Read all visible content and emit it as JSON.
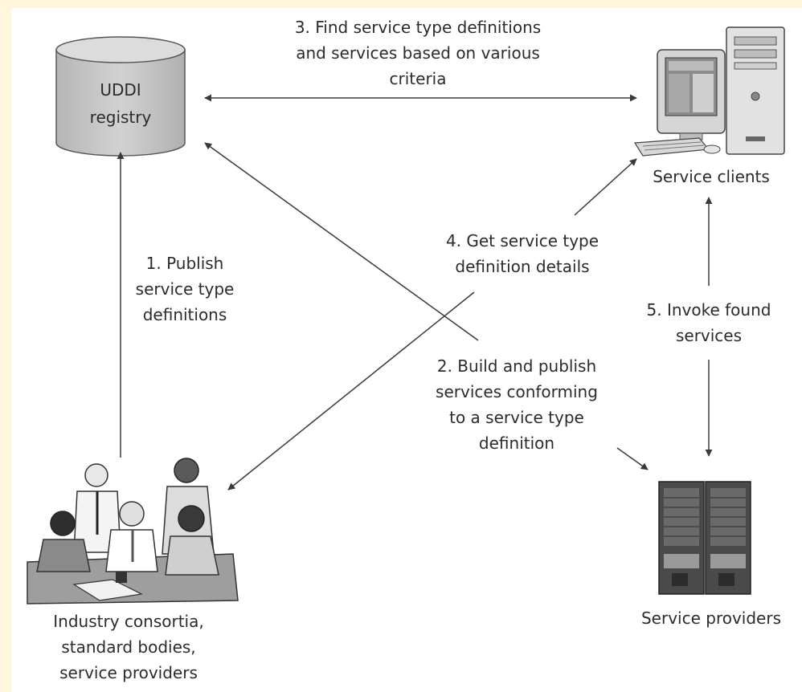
{
  "nodes": {
    "registry": {
      "label": "UDDI\nregistry"
    },
    "clients": {
      "label": "Service clients"
    },
    "providers": {
      "label": "Service providers"
    },
    "consortia": {
      "label": "Industry consortia,\nstandard bodies,\nservice providers"
    }
  },
  "steps": [
    {
      "label": "1. Publish\nservice type\ndefinitions"
    },
    {
      "label": "2. Build and  publish\nservices conforming\nto a service type\ndefinition"
    },
    {
      "label": "3. Find service type definitions\nand services based on various\ncriteria"
    },
    {
      "label": "4. Get service type\ndefinition details"
    },
    {
      "label": "5. Invoke found\nservices"
    }
  ],
  "colors": {
    "border": "#fff6dc",
    "registry_fill": "#c4c4c4",
    "line": "#3a3a3a"
  }
}
